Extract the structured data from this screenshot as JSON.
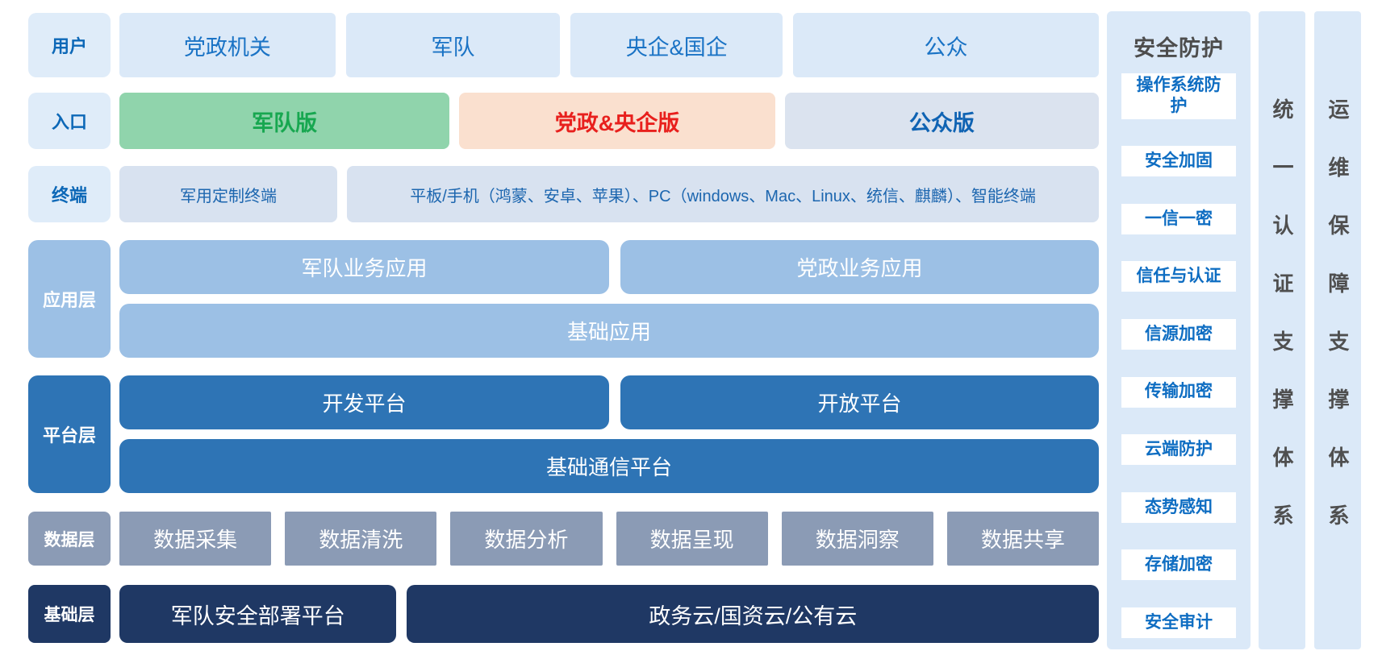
{
  "rows": {
    "users": {
      "label": "用户",
      "items": [
        "党政机关",
        "军队",
        "央企&国企",
        "公众"
      ]
    },
    "entry": {
      "label": "入口",
      "items": [
        "军队版",
        "党政&央企版",
        "公众版"
      ]
    },
    "terminal": {
      "label": "终端",
      "items": [
        "军用定制终端",
        "平板/手机（鸿蒙、安卓、苹果）、PC（windows、Mac、Linux、统信、麒麟）、智能终端"
      ]
    },
    "app": {
      "label": "应用层",
      "top": [
        "军队业务应用",
        "党政业务应用"
      ],
      "bottom": "基础应用"
    },
    "platform": {
      "label": "平台层",
      "top": [
        "开发平台",
        "开放平台"
      ],
      "bottom": "基础通信平台"
    },
    "data": {
      "label": "数据层",
      "items": [
        "数据采集",
        "数据清洗",
        "数据分析",
        "数据呈现",
        "数据洞察",
        "数据共享"
      ]
    },
    "foundation": {
      "label": "基础层",
      "items": [
        "军队安全部署平台",
        "政务云/国资云/公有云"
      ]
    }
  },
  "security": {
    "title": "安全防护",
    "items": [
      "操作系统防护",
      "安全加固",
      "一信一密",
      "信任与认证",
      "信源加密",
      "传输加密",
      "云端防护",
      "态势感知",
      "存储加密",
      "安全审计"
    ]
  },
  "pillars": {
    "auth": "统一认证支撑体系",
    "ops": "运维保障支撑体系"
  },
  "colors": {
    "row_label_bg": "#dfecf9",
    "row_label_text": "#0d68b7",
    "user_box_bg": "#dbe9f8",
    "user_box_text": "#1a73c5",
    "entry_military_bg": "#90d4ac",
    "entry_military_text": "#17a750",
    "entry_gov_bg": "#fae0cf",
    "entry_gov_text": "#e8201d",
    "entry_public_bg": "#dbe3ef",
    "entry_public_text": "#0f63b3",
    "terminal_bg": "#d8e2f0",
    "terminal_text": "#1c66af",
    "app_layer_bg": "#9cc0e5",
    "platform_layer_bg": "#2e74b5",
    "data_layer_bg": "#8b9bb5",
    "foundation_layer_bg": "#1f3864",
    "side_panel_bg": "#dbe9f8",
    "security_item_text": "#0e6dc2",
    "security_title_text": "#4d4d4d",
    "pillar_text": "#4f4f4f"
  }
}
